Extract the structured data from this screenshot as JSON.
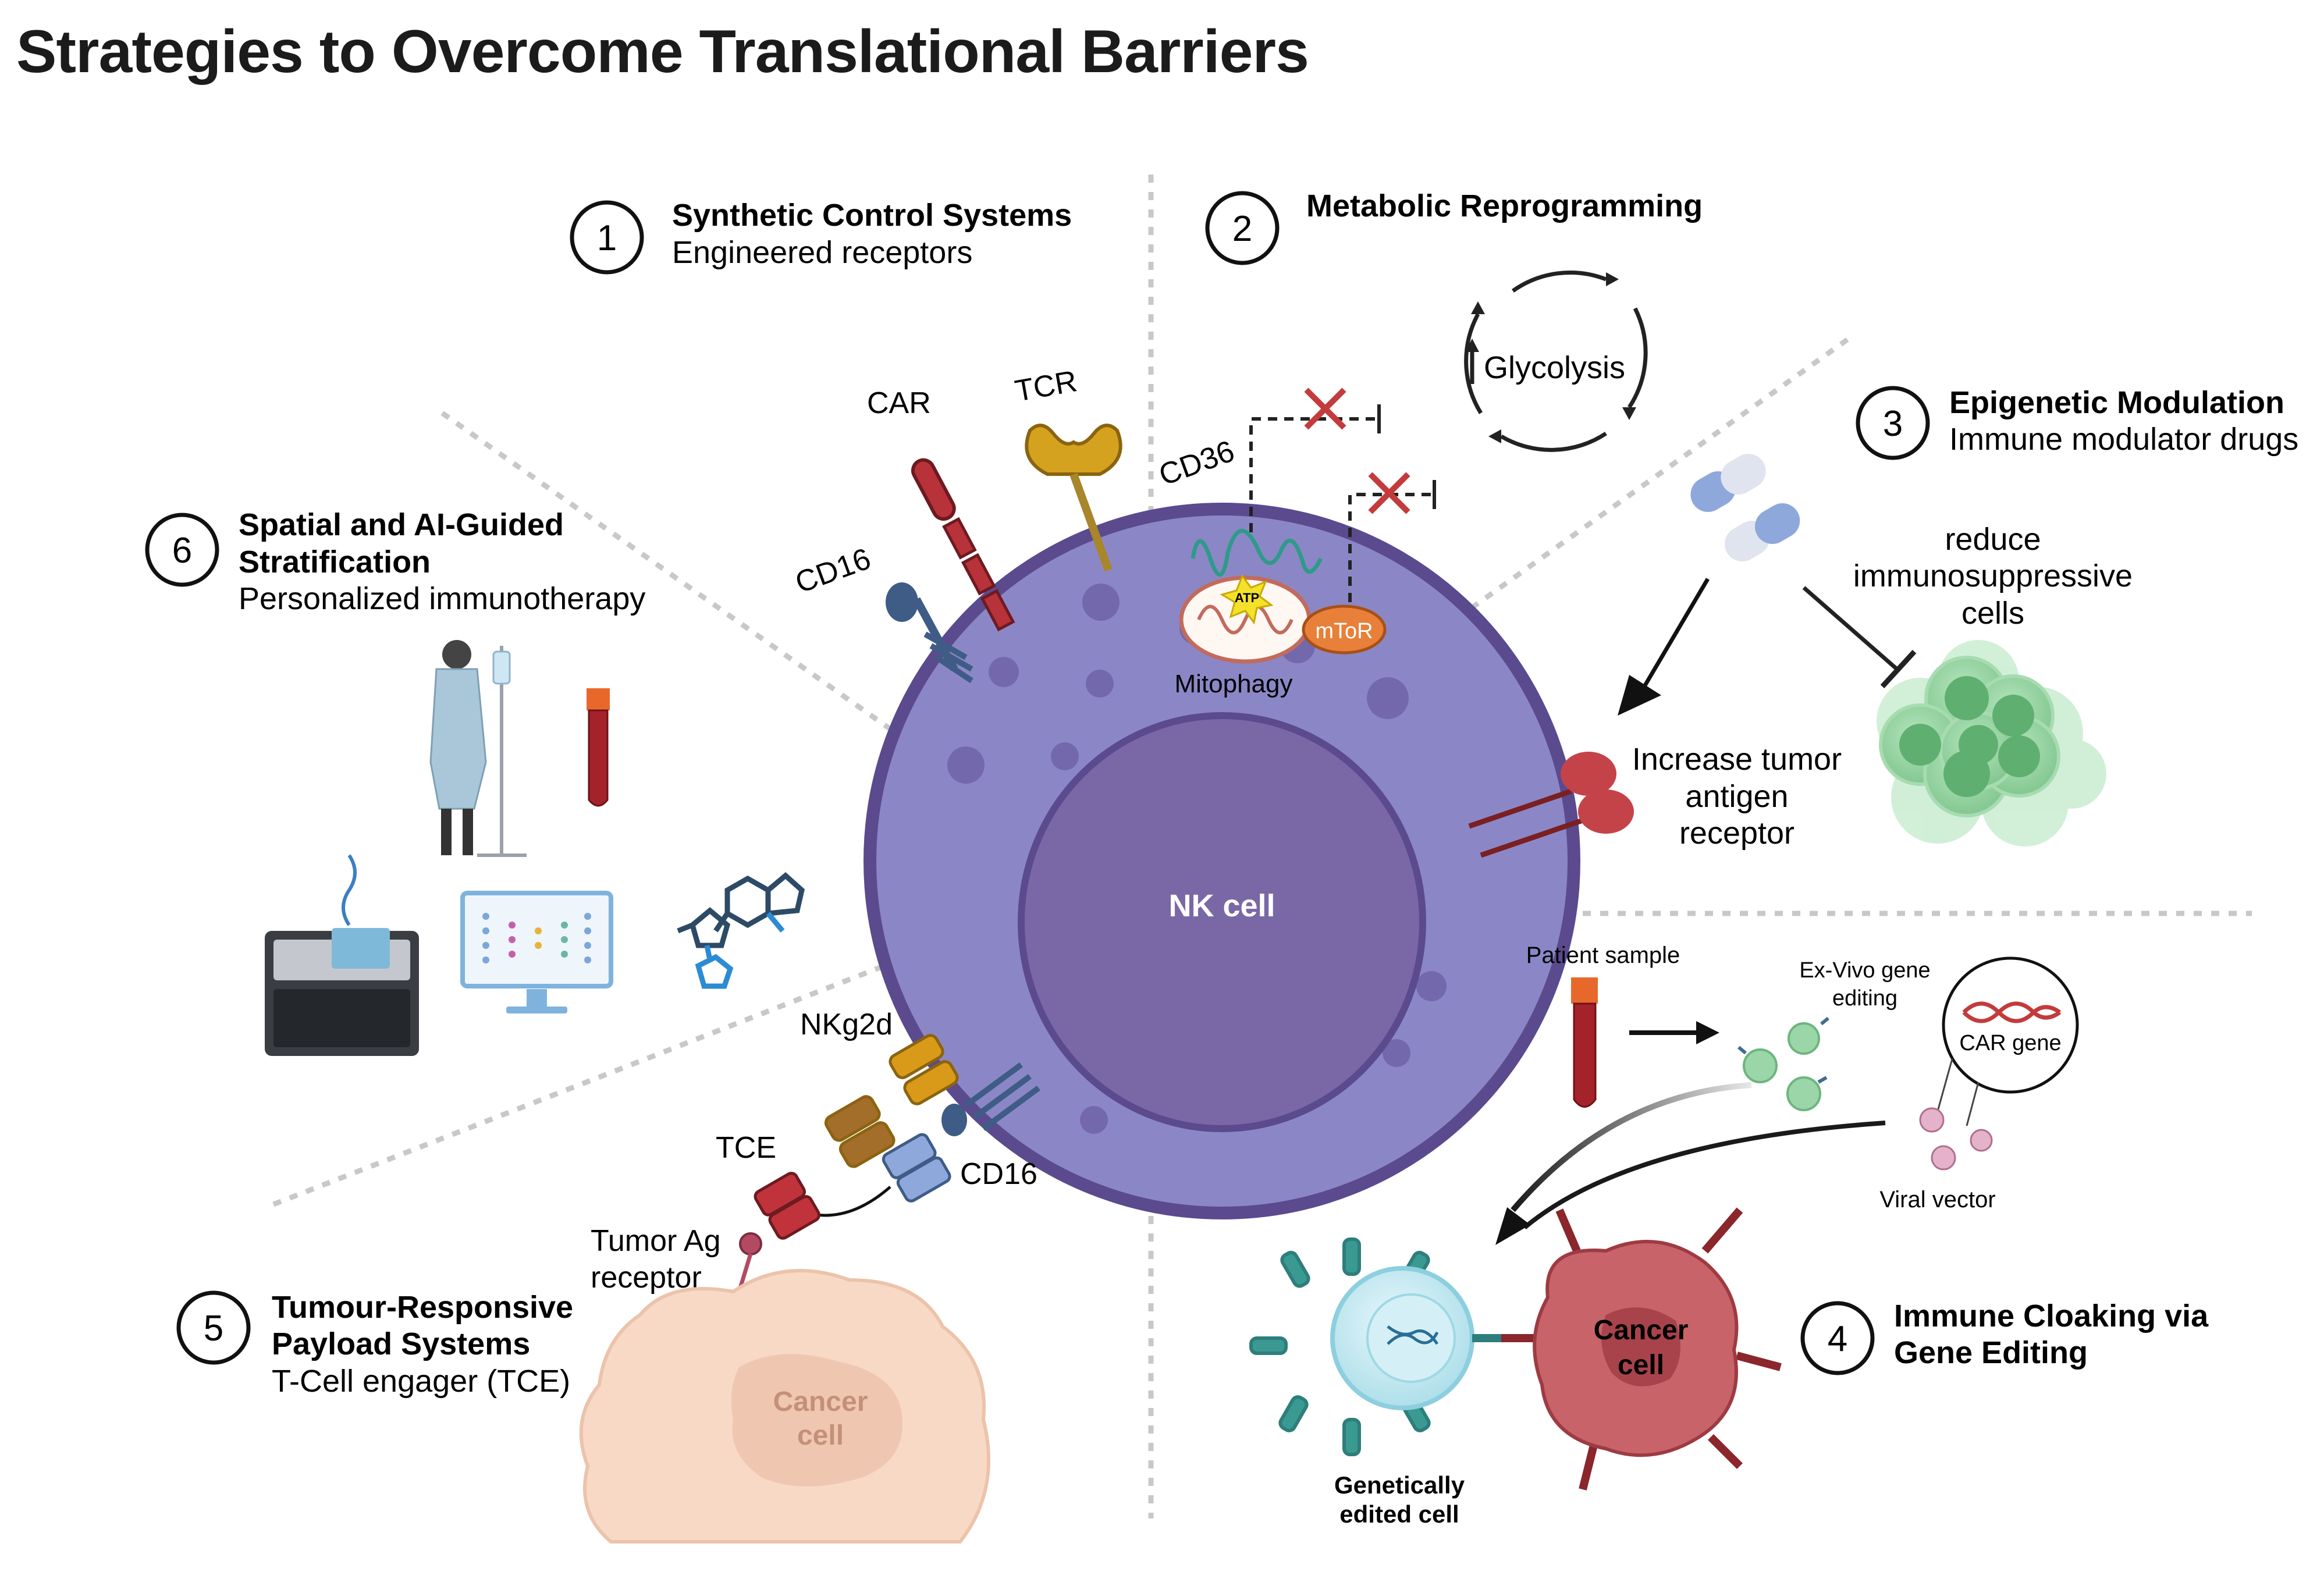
{
  "title": "Strategies to Overcome Translational Barriers",
  "sections": {
    "s1": {
      "number": "1",
      "heading": "Synthetic Control Systems",
      "subtitle": "Engineered receptors"
    },
    "s2": {
      "number": "2",
      "heading": "Metabolic Reprogramming"
    },
    "s3": {
      "number": "3",
      "heading": "Epigenetic Modulation",
      "subtitle": "Immune modulator drugs"
    },
    "s4": {
      "number": "4",
      "heading_line1": "Immune Cloaking via",
      "heading_line2": "Gene Editing"
    },
    "s5": {
      "number": "5",
      "heading_line1": "Tumour-Responsive",
      "heading_line2": "Payload Systems",
      "subtitle": "T-Cell engager (TCE)"
    },
    "s6": {
      "number": "6",
      "heading_line1": "Spatial and AI-Guided",
      "heading_line2": "Stratification",
      "subtitle": "Personalized immunotherapy"
    }
  },
  "labels": {
    "nk_cell": "NK cell",
    "car": "CAR",
    "tcr": "TCR",
    "cd16_top": "CD16",
    "cd36": "CD36",
    "atp": "ATP",
    "mtor": "mToR",
    "mitophagy": "Mitophagy",
    "glycolysis": "Glycolysis",
    "reduce_1": "reduce",
    "reduce_2": "immunosuppressive",
    "reduce_3": "cells",
    "increase_1": "Increase tumor",
    "increase_2": "antigen",
    "increase_3": "receptor",
    "patient_sample": "Patient sample",
    "exvivo_1": "Ex-Vivo gene",
    "exvivo_2": "editing",
    "car_gene": "CAR gene",
    "viral_vector": "Viral vector",
    "cancer_cell_right_1": "Cancer",
    "cancer_cell_right_2": "cell",
    "edited_1": "Genetically",
    "edited_2": "edited cell",
    "nkg2d": "NKg2d",
    "tce": "TCE",
    "cd16_bottom": "CD16",
    "tumor_ag_1": "Tumor Ag",
    "tumor_ag_2": "receptor",
    "cancer_cell_left_1": "Cancer",
    "cancer_cell_left_2": "cell"
  },
  "colors": {
    "nk_fill": "#8b87c6",
    "nk_border": "#5b4a8e",
    "nucleus": "#7a68a6",
    "car_red": "#b8323a",
    "tcr_gold": "#d4a21e",
    "cd16_blue": "#3f5c86",
    "green_cells": "#8fcf9c",
    "cancer_right": "#c8636a",
    "cancer_left": "#f7d9c6"
  }
}
